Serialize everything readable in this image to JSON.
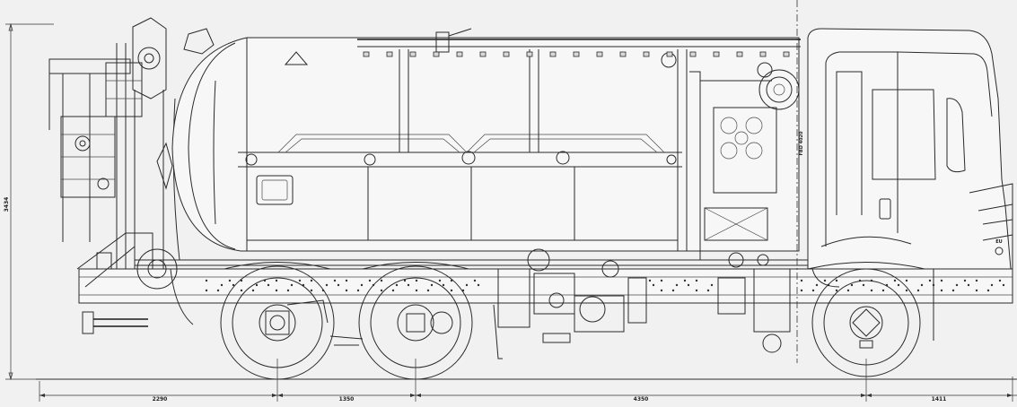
{
  "dimensions": {
    "overall_height": "3434",
    "rear_overhang": "2290",
    "axle_spacing": "1350",
    "wheelbase": "4350",
    "front_overhang": "1411"
  },
  "labels": {
    "cab_label": "EU",
    "vertical_marking": "FBD 4020"
  },
  "icons": {
    "cab_emblem": "circle-icon"
  }
}
